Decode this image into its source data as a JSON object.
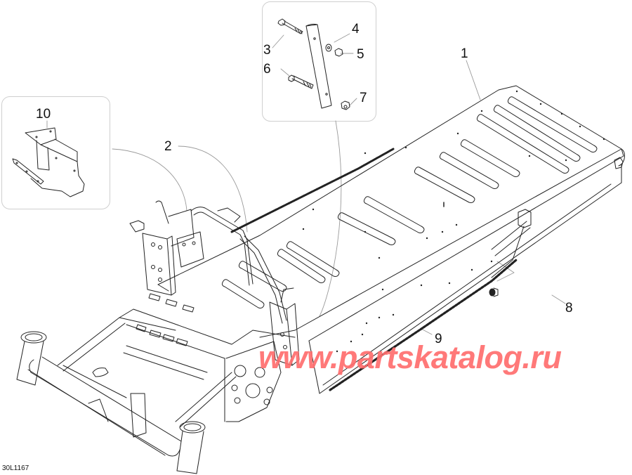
{
  "diagram": {
    "id_label": "30L1167",
    "watermark": "www.partskatalog.ru",
    "watermark_color": "#ff6e6e",
    "line_color": "#222222",
    "leader_color": "#9a9a9a",
    "inset_border_color": "#cfcfcf"
  },
  "insets": [
    {
      "name": "inset-fasteners",
      "parts": [
        "3",
        "4",
        "5",
        "6",
        "7"
      ]
    },
    {
      "name": "inset-bracket",
      "parts": [
        "10"
      ]
    }
  ],
  "callouts": [
    {
      "number": "1",
      "part": "tunnel-body"
    },
    {
      "number": "2",
      "part": "front-frame-brace"
    },
    {
      "number": "3",
      "part": "bolt-upper"
    },
    {
      "number": "4",
      "part": "washer"
    },
    {
      "number": "5",
      "part": "nut-upper"
    },
    {
      "number": "6",
      "part": "bolt-lower"
    },
    {
      "number": "7",
      "part": "nut-lower"
    },
    {
      "number": "8",
      "part": "plug"
    },
    {
      "number": "9",
      "part": "rail-trim"
    },
    {
      "number": "10",
      "part": "bracket"
    }
  ]
}
